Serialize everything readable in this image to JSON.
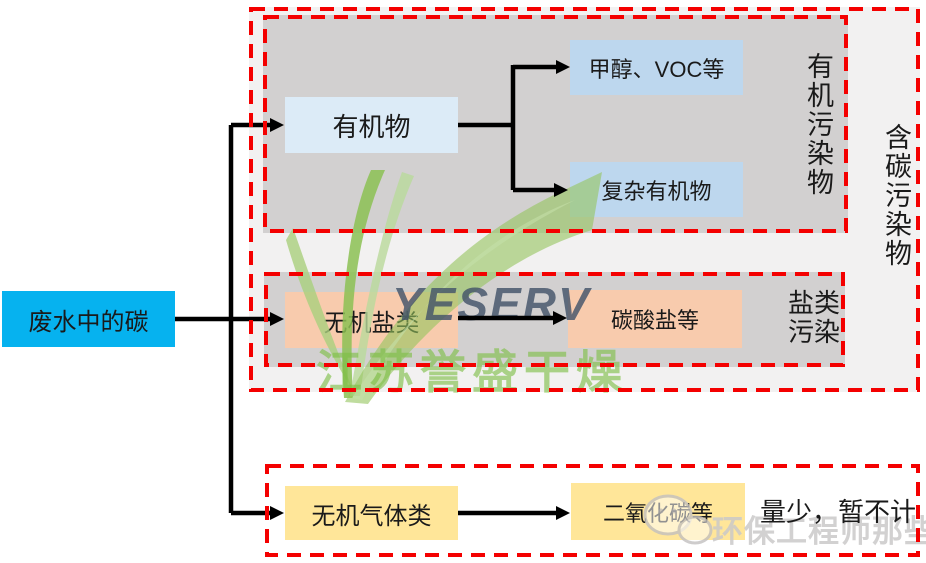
{
  "diagram": {
    "root": {
      "label": "废水中的碳"
    },
    "organic_branch": {
      "node": "有机物",
      "children": [
        "甲醇、VOC等",
        "复杂有机物"
      ],
      "category_label": "有机污染物"
    },
    "salt_branch": {
      "node": "无机盐类",
      "child": "碳酸盐等",
      "category_label_lines": [
        "盐类",
        "污染"
      ]
    },
    "gas_branch": {
      "node": "无机气体类",
      "child": "二氧化碳等",
      "note": "量少，暂不计"
    },
    "outer_category_label": "含碳污染物"
  },
  "watermark": {
    "brand": "YESERV",
    "company": "江苏誉盛干燥",
    "credit": "环保工程师那些事"
  },
  "colors": {
    "root_box": "#06b2ef",
    "organic_box": "#dcebf7",
    "organic_child_box": "#bdd7ee",
    "salt_box": "#f8cbad",
    "gas_box": "#ffe699",
    "inner_panel": "#d2d0d0",
    "outer_panel": "#f2f1f1",
    "dashed_border": "#f40000",
    "arrow": "#000000",
    "watermark_green": "#7dbf45",
    "watermark_slate": "#44546a"
  }
}
